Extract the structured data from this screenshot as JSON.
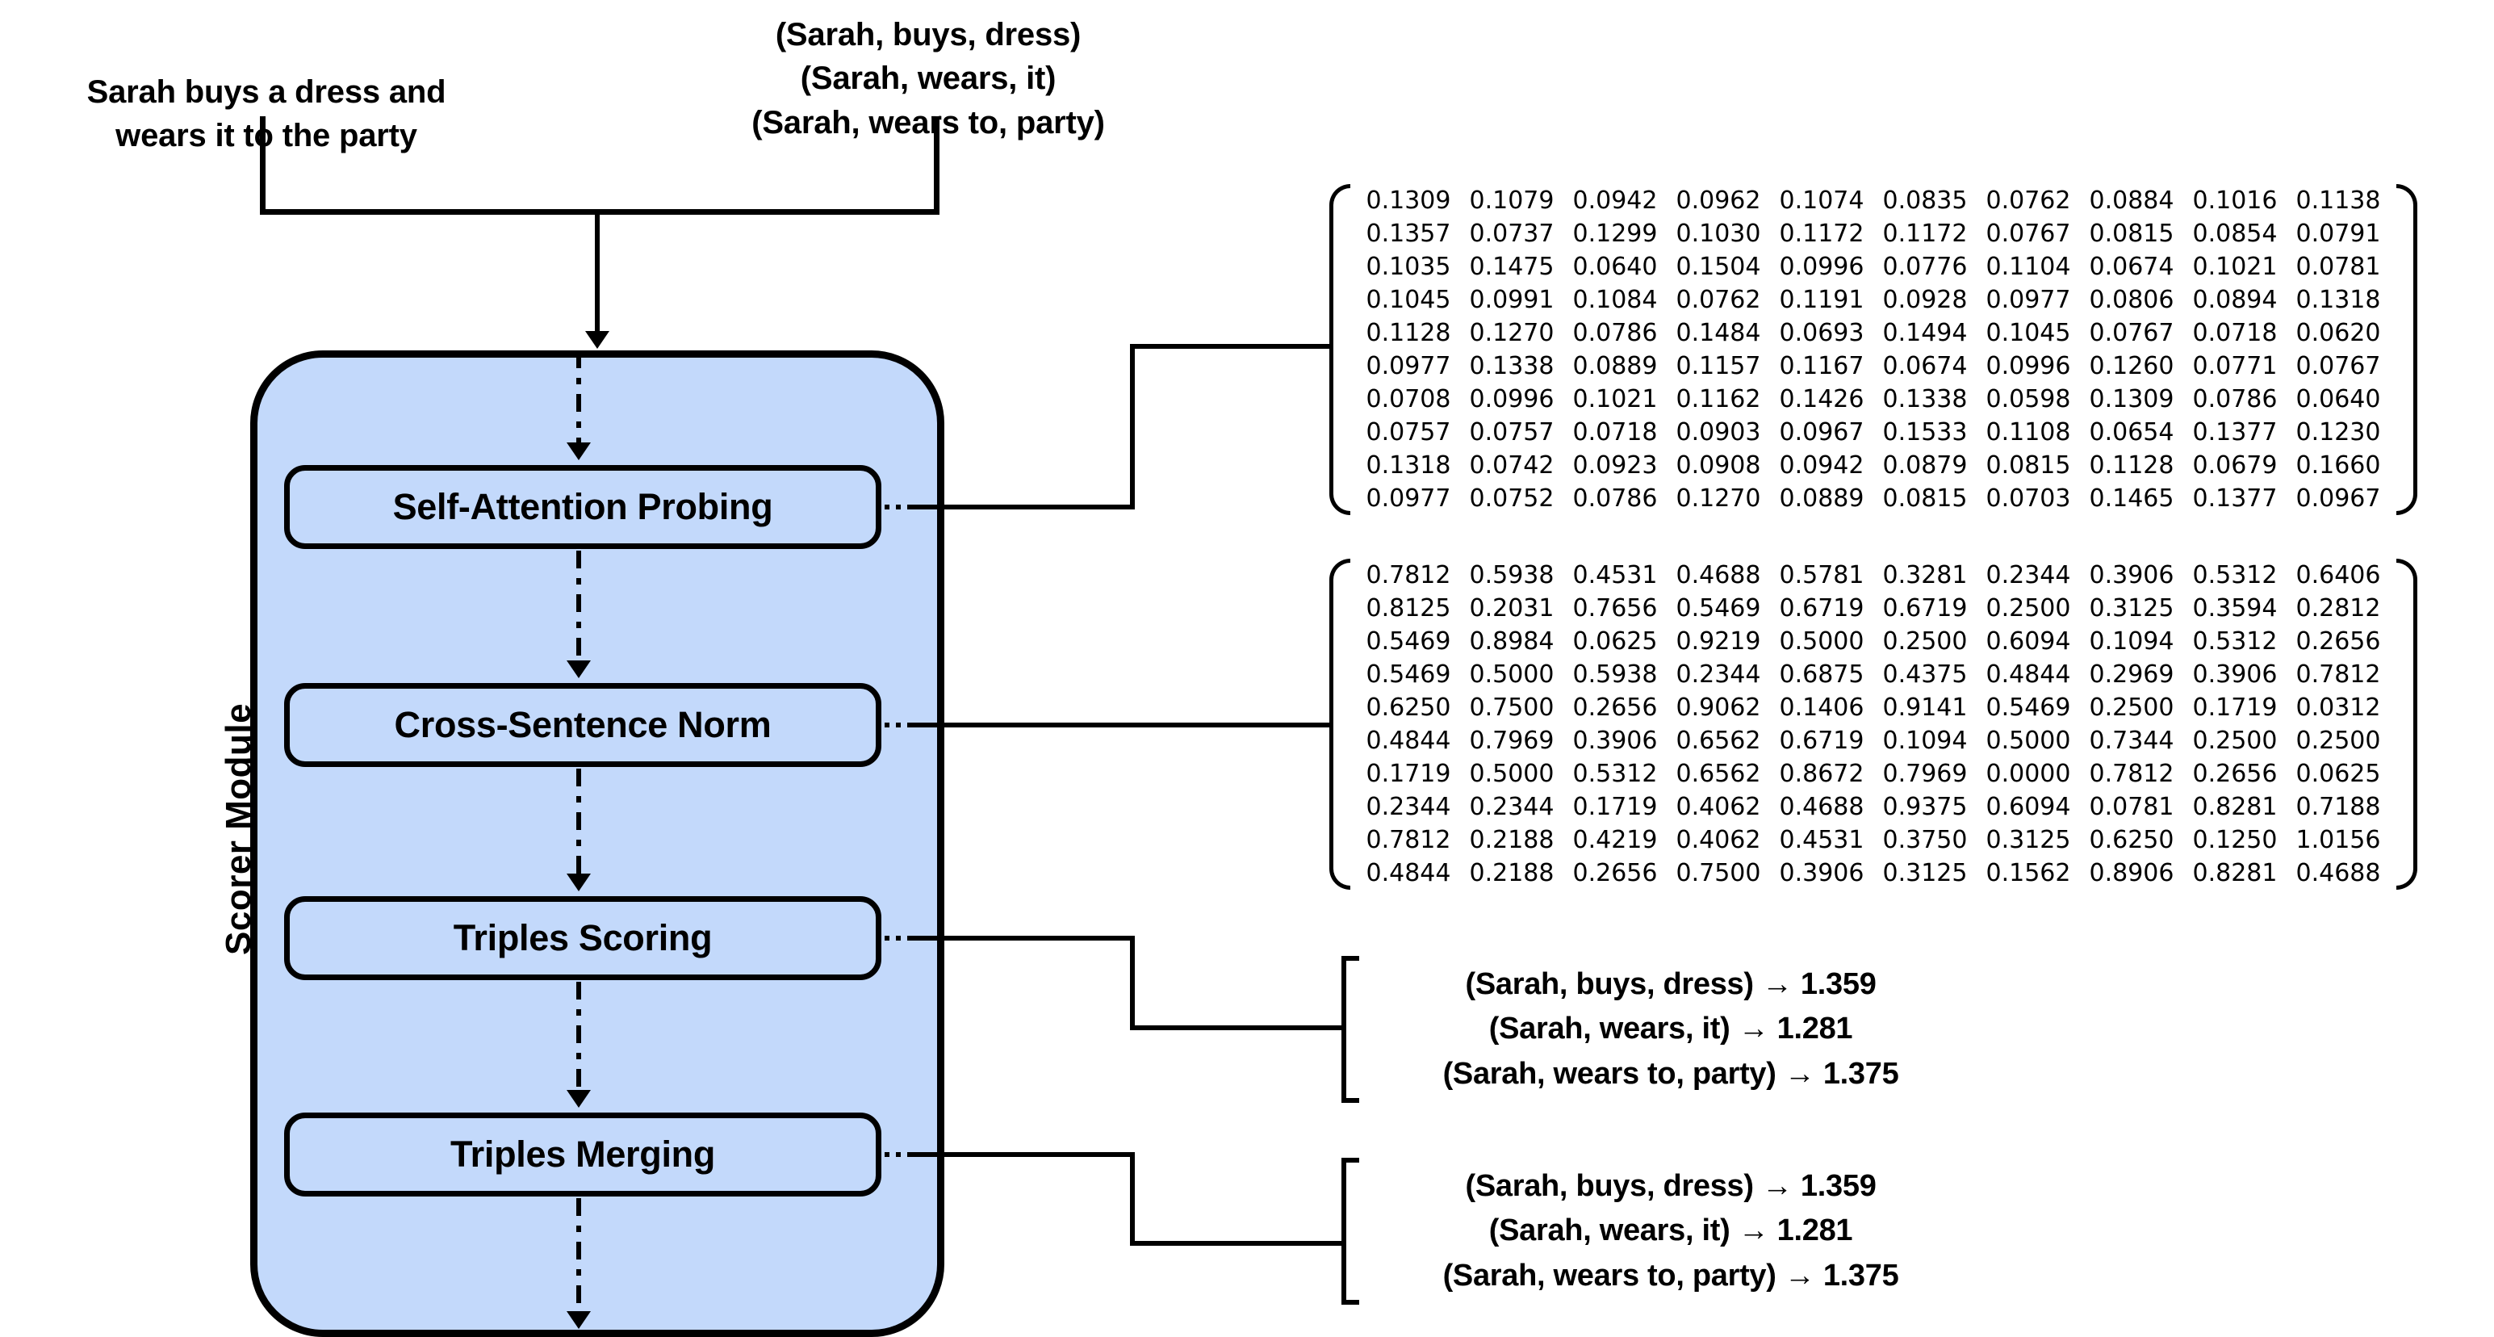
{
  "input": {
    "sentence": [
      "Sarah buys a dress and",
      "wears it to the party"
    ],
    "triples": [
      "(Sarah, buys, dress)",
      "(Sarah, wears, it)",
      "(Sarah, wears to, party)"
    ]
  },
  "module": {
    "label": "Scorer  Module",
    "fill_color": "#c3d9fb",
    "border_color": "#000000",
    "stages": [
      {
        "name": "self-attention-probing",
        "label": "Self-Attention Probing"
      },
      {
        "name": "cross-sentence-norm",
        "label": "Cross-Sentence Norm"
      },
      {
        "name": "triples-scoring",
        "label": "Triples Scoring"
      },
      {
        "name": "triples-merging",
        "label": "Triples Merging"
      }
    ]
  },
  "outputs": {
    "attention_matrix": {
      "caption_source_stage": "Self-Attention Probing",
      "rows": 10,
      "cols": 10,
      "values": [
        [
          "0.1309",
          "0.1079",
          "0.0942",
          "0.0962",
          "0.1074",
          "0.0835",
          "0.0762",
          "0.0884",
          "0.1016",
          "0.1138"
        ],
        [
          "0.1357",
          "0.0737",
          "0.1299",
          "0.1030",
          "0.1172",
          "0.1172",
          "0.0767",
          "0.0815",
          "0.0854",
          "0.0791"
        ],
        [
          "0.1035",
          "0.1475",
          "0.0640",
          "0.1504",
          "0.0996",
          "0.0776",
          "0.1104",
          "0.0674",
          "0.1021",
          "0.0781"
        ],
        [
          "0.1045",
          "0.0991",
          "0.1084",
          "0.0762",
          "0.1191",
          "0.0928",
          "0.0977",
          "0.0806",
          "0.0894",
          "0.1318"
        ],
        [
          "0.1128",
          "0.1270",
          "0.0786",
          "0.1484",
          "0.0693",
          "0.1494",
          "0.1045",
          "0.0767",
          "0.0718",
          "0.0620"
        ],
        [
          "0.0977",
          "0.1338",
          "0.0889",
          "0.1157",
          "0.1167",
          "0.0674",
          "0.0996",
          "0.1260",
          "0.0771",
          "0.0767"
        ],
        [
          "0.0708",
          "0.0996",
          "0.1021",
          "0.1162",
          "0.1426",
          "0.1338",
          "0.0598",
          "0.1309",
          "0.0786",
          "0.0640"
        ],
        [
          "0.0757",
          "0.0757",
          "0.0718",
          "0.0903",
          "0.0967",
          "0.1533",
          "0.1108",
          "0.0654",
          "0.1377",
          "0.1230"
        ],
        [
          "0.1318",
          "0.0742",
          "0.0923",
          "0.0908",
          "0.0942",
          "0.0879",
          "0.0815",
          "0.1128",
          "0.0679",
          "0.1660"
        ],
        [
          "0.0977",
          "0.0752",
          "0.0786",
          "0.1270",
          "0.0889",
          "0.0815",
          "0.0703",
          "0.1465",
          "0.1377",
          "0.0967"
        ]
      ]
    },
    "normalized_matrix": {
      "caption_source_stage": "Cross-Sentence Norm",
      "rows": 10,
      "cols": 10,
      "values": [
        [
          "0.7812",
          "0.5938",
          "0.4531",
          "0.4688",
          "0.5781",
          "0.3281",
          "0.2344",
          "0.3906",
          "0.5312",
          "0.6406"
        ],
        [
          "0.8125",
          "0.2031",
          "0.7656",
          "0.5469",
          "0.6719",
          "0.6719",
          "0.2500",
          "0.3125",
          "0.3594",
          "0.2812"
        ],
        [
          "0.5469",
          "0.8984",
          "0.0625",
          "0.9219",
          "0.5000",
          "0.2500",
          "0.6094",
          "0.1094",
          "0.5312",
          "0.2656"
        ],
        [
          "0.5469",
          "0.5000",
          "0.5938",
          "0.2344",
          "0.6875",
          "0.4375",
          "0.4844",
          "0.2969",
          "0.3906",
          "0.7812"
        ],
        [
          "0.6250",
          "0.7500",
          "0.2656",
          "0.9062",
          "0.1406",
          "0.9141",
          "0.5469",
          "0.2500",
          "0.1719",
          "0.0312"
        ],
        [
          "0.4844",
          "0.7969",
          "0.3906",
          "0.6562",
          "0.6719",
          "0.1094",
          "0.5000",
          "0.7344",
          "0.2500",
          "0.2500"
        ],
        [
          "0.1719",
          "0.5000",
          "0.5312",
          "0.6562",
          "0.8672",
          "0.7969",
          "0.0000",
          "0.7812",
          "0.2656",
          "0.0625"
        ],
        [
          "0.2344",
          "0.2344",
          "0.1719",
          "0.4062",
          "0.4688",
          "0.9375",
          "0.6094",
          "0.0781",
          "0.8281",
          "0.7188"
        ],
        [
          "0.7812",
          "0.2188",
          "0.4219",
          "0.4062",
          "0.4531",
          "0.3750",
          "0.3125",
          "0.6250",
          "0.1250",
          "1.0156"
        ],
        [
          "0.4844",
          "0.2188",
          "0.2656",
          "0.7500",
          "0.3906",
          "0.3125",
          "0.1562",
          "0.8906",
          "0.8281",
          "0.4688"
        ]
      ]
    },
    "scored_triples": {
      "caption_source_stage": "Triples Scoring",
      "items": [
        "(Sarah, buys, dress) → 1.359",
        "(Sarah, wears, it) →  1.281",
        "(Sarah, wears to, party) → 1.375"
      ]
    },
    "merged_triples": {
      "caption_source_stage": "Triples Merging",
      "items": [
        "(Sarah, buys, dress) → 1.359",
        "(Sarah, wears, it) →  1.281",
        "(Sarah, wears to, party) → 1.375"
      ]
    }
  }
}
